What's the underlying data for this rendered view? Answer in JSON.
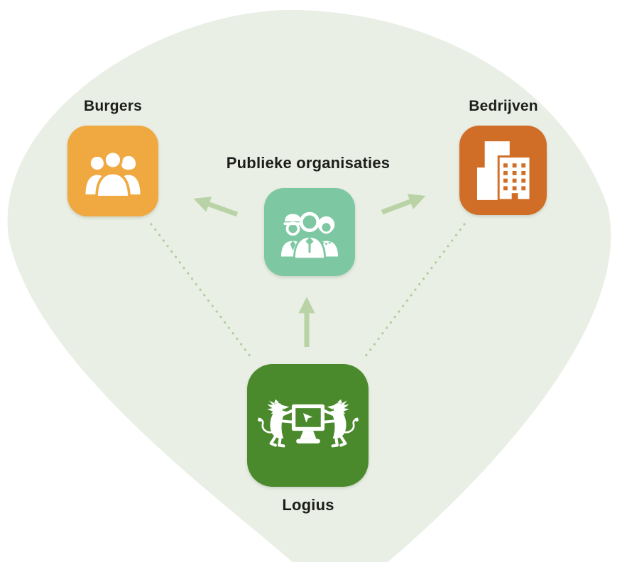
{
  "diagram": {
    "description": "Logius relationship diagram",
    "nodes": [
      {
        "id": "burgers",
        "label": "Burgers",
        "color": "#f0a841",
        "icon": "citizens-group-icon",
        "label_position": "above"
      },
      {
        "id": "bedrijven",
        "label": "Bedrijven",
        "color": "#d06e28",
        "icon": "office-buildings-icon",
        "label_position": "above"
      },
      {
        "id": "publieke_organisaties",
        "label": "Publieke organisaties",
        "color": "#7dc7a3",
        "icon": "public-servants-icon",
        "label_position": "above"
      },
      {
        "id": "logius",
        "label": "Logius",
        "color": "#4a8a2c",
        "icon": "logius-lions-monitor-icon",
        "label_position": "below"
      }
    ],
    "edges": [
      {
        "from": "publieke_organisaties",
        "to": "burgers",
        "style": "arrow"
      },
      {
        "from": "publieke_organisaties",
        "to": "bedrijven",
        "style": "arrow"
      },
      {
        "from": "logius",
        "to": "publieke_organisaties",
        "style": "arrow"
      },
      {
        "from": "logius",
        "to": "burgers",
        "style": "dotted"
      },
      {
        "from": "logius",
        "to": "bedrijven",
        "style": "dotted"
      }
    ],
    "colors": {
      "page_background": "#ffffff",
      "blob_background": "#e9efe4",
      "arrow": "#b9d3a6",
      "dotted_line": "#b2cd9e",
      "label_text": "#1d1d1b",
      "icon": "#ffffff"
    }
  }
}
